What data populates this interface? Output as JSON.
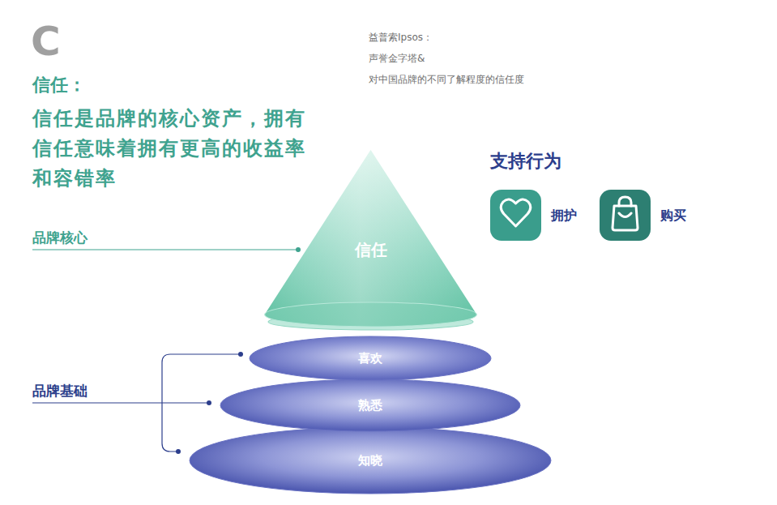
{
  "diagram": {
    "title": "信任：",
    "nodes": [
      {
        "text": [
          "信任"
        ]
      },
      {
        "text": [
          "喜欢"
        ]
      },
      {
        "text": [
          "熟悉"
        ]
      },
      {
        "text": [
          "知晓"
        ]
      }
    ],
    "labels": [
      "C",
      "信任是品牌的核心资产，拥有信任意味着拥有更高的收益率和容错率",
      "益普索Ipsos：",
      "声誉金字塔&",
      "对中国品牌的不同了解程度的信任度",
      "支持行为",
      "拥护",
      "购买",
      "品牌核心",
      "品牌基础"
    ]
  }
}
